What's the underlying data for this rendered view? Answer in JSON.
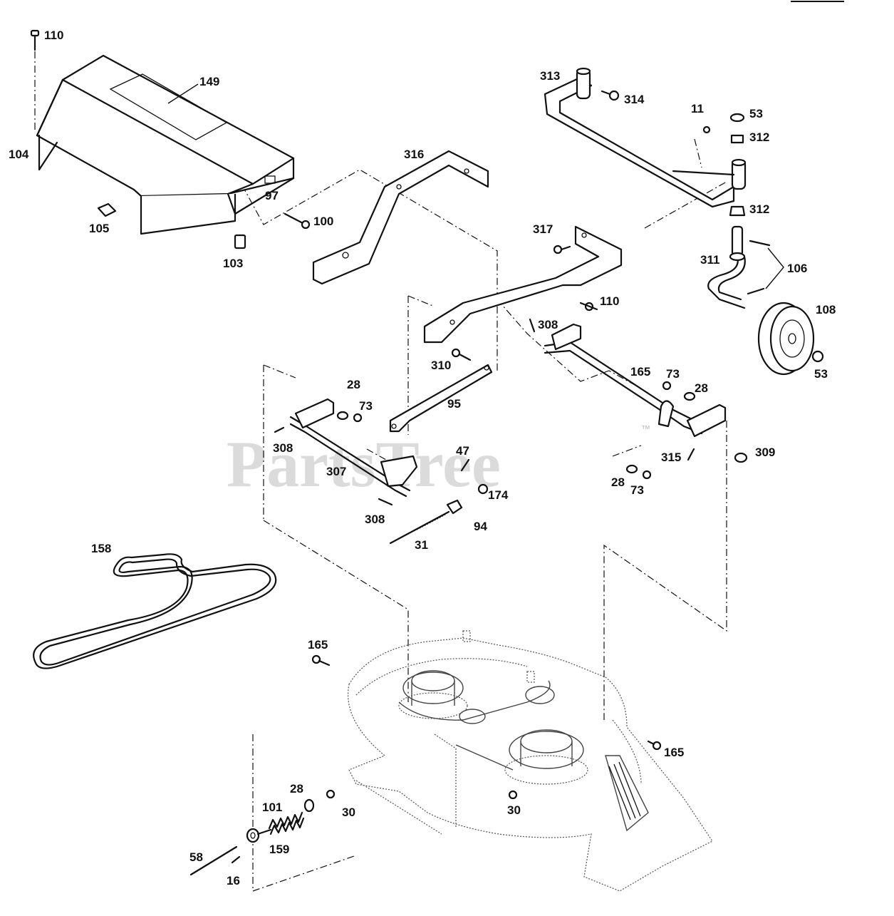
{
  "watermark": {
    "text": "PartsTree",
    "tm": "™"
  },
  "labels": [
    {
      "id": "l-110-top",
      "text": "110"
    },
    {
      "id": "l-149",
      "text": "149"
    },
    {
      "id": "l-104",
      "text": "104"
    },
    {
      "id": "l-97",
      "text": "97"
    },
    {
      "id": "l-100",
      "text": "100"
    },
    {
      "id": "l-105",
      "text": "105"
    },
    {
      "id": "l-103",
      "text": "103"
    },
    {
      "id": "l-316",
      "text": "316"
    },
    {
      "id": "l-313",
      "text": "313"
    },
    {
      "id": "l-314",
      "text": "314"
    },
    {
      "id": "l-11",
      "text": "11"
    },
    {
      "id": "l-53-top",
      "text": "53"
    },
    {
      "id": "l-312-top",
      "text": "312"
    },
    {
      "id": "l-312-bot",
      "text": "312"
    },
    {
      "id": "l-317",
      "text": "317"
    },
    {
      "id": "l-311",
      "text": "311"
    },
    {
      "id": "l-106",
      "text": "106"
    },
    {
      "id": "l-110-mid",
      "text": "110"
    },
    {
      "id": "l-108",
      "text": "108"
    },
    {
      "id": "l-53-wheel",
      "text": "53"
    },
    {
      "id": "l-308-top",
      "text": "308"
    },
    {
      "id": "l-165-top",
      "text": "165"
    },
    {
      "id": "l-310",
      "text": "310"
    },
    {
      "id": "l-73-right",
      "text": "73"
    },
    {
      "id": "l-28-right",
      "text": "28"
    },
    {
      "id": "l-28-left",
      "text": "28"
    },
    {
      "id": "l-73-left",
      "text": "73"
    },
    {
      "id": "l-95",
      "text": "95"
    },
    {
      "id": "l-308-left",
      "text": "308"
    },
    {
      "id": "l-307",
      "text": "307"
    },
    {
      "id": "l-47",
      "text": "47"
    },
    {
      "id": "l-174",
      "text": "174"
    },
    {
      "id": "l-308-bot",
      "text": "308"
    },
    {
      "id": "l-94",
      "text": "94"
    },
    {
      "id": "l-31",
      "text": "31"
    },
    {
      "id": "l-315",
      "text": "315"
    },
    {
      "id": "l-309",
      "text": "309"
    },
    {
      "id": "l-28-lower",
      "text": "28"
    },
    {
      "id": "l-73-lower",
      "text": "73"
    },
    {
      "id": "l-158",
      "text": "158"
    },
    {
      "id": "l-165-deck",
      "text": "165"
    },
    {
      "id": "l-165-right",
      "text": "165"
    },
    {
      "id": "l-28-spring",
      "text": "28"
    },
    {
      "id": "l-101",
      "text": "101"
    },
    {
      "id": "l-30-left",
      "text": "30"
    },
    {
      "id": "l-30-deck",
      "text": "30"
    },
    {
      "id": "l-58",
      "text": "58"
    },
    {
      "id": "l-159",
      "text": "159"
    },
    {
      "id": "l-16",
      "text": "16"
    }
  ]
}
